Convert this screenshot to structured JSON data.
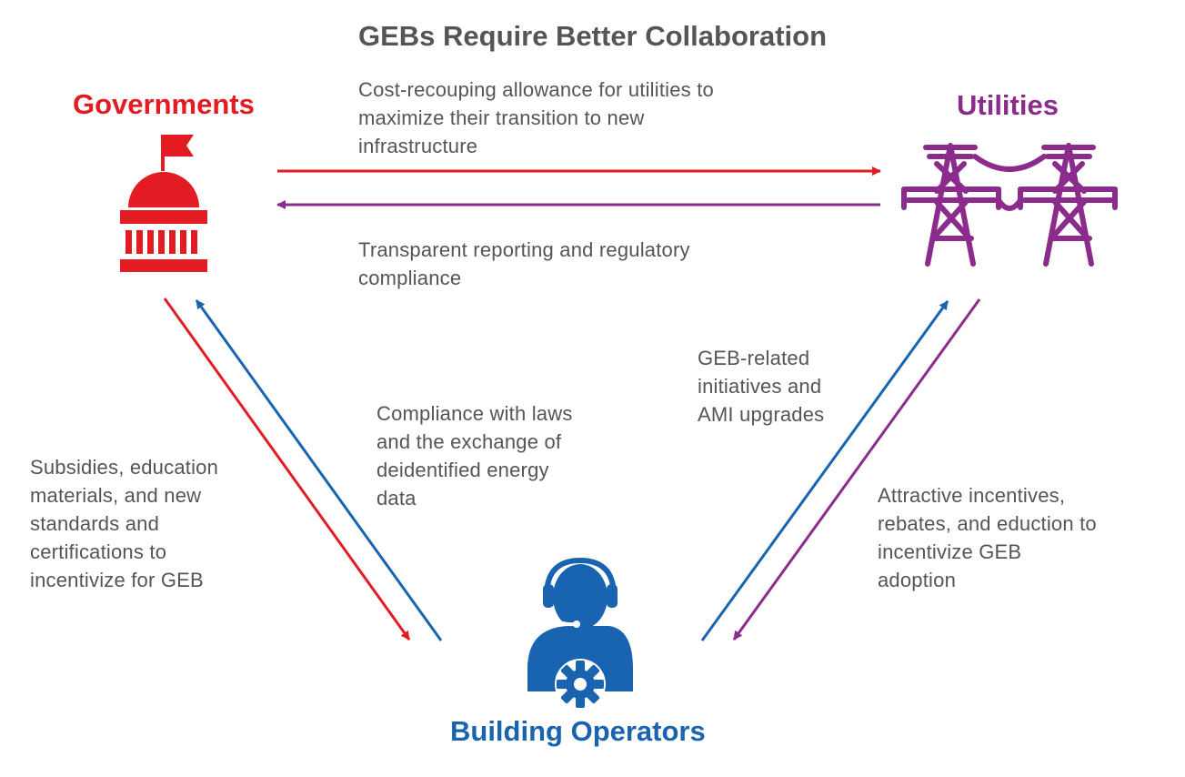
{
  "title": "GEBs Require Better Collaboration",
  "colors": {
    "governments": "#e31b23",
    "utilities": "#8b2c8c",
    "building_operators": "#1864b0",
    "text": "#555555"
  },
  "nodes": {
    "governments": {
      "label": "Governments",
      "icon": "capitol-building-icon"
    },
    "utilities": {
      "label": "Utilities",
      "icon": "power-transmission-towers-icon"
    },
    "building_operators": {
      "label": "Building Operators",
      "icon": "operator-headset-gear-icon"
    }
  },
  "flows": {
    "gov_to_util": {
      "lines": [
        "Cost-recouping allowance for utilities to",
        "maximize their transition to new",
        "infrastructure"
      ]
    },
    "util_to_gov": {
      "lines": [
        "Transparent reporting and regulatory",
        "compliance"
      ]
    },
    "gov_to_ops": {
      "lines": [
        "Subsidies, education",
        "materials, and new",
        "standards and",
        "certifications to",
        "incentivize for GEB"
      ]
    },
    "ops_to_gov": {
      "lines": [
        "Compliance with laws",
        "and the exchange of",
        "deidentified energy",
        "data"
      ]
    },
    "ops_to_util": {
      "lines": [
        "GEB-related",
        "initiatives and",
        "AMI upgrades"
      ]
    },
    "util_to_ops": {
      "lines": [
        "Attractive incentives,",
        "rebates, and eduction to",
        "incentivize GEB",
        "adoption"
      ]
    }
  }
}
